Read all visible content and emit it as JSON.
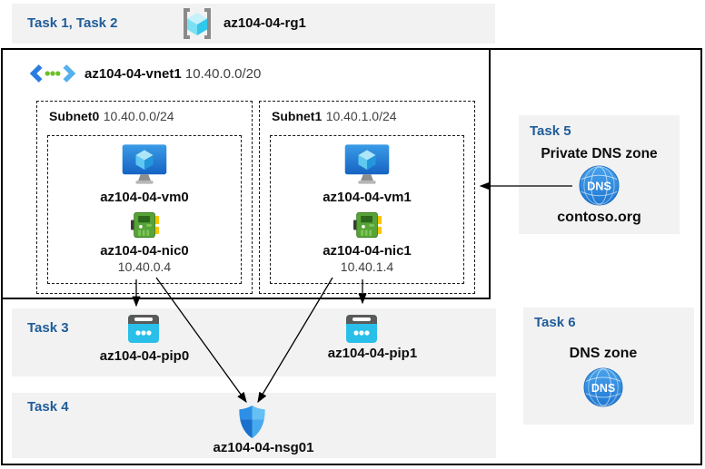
{
  "header": {
    "tasks_label": "Task 1, Task 2",
    "resource_group": "az104-04-rg1"
  },
  "vnet": {
    "name": "az104-04-vnet1",
    "cidr": "10.40.0.0/20",
    "subnets": [
      {
        "name": "Subnet0",
        "cidr": "10.40.0.0/24",
        "vm": "az104-04-vm0",
        "nic": "az104-04-nic0",
        "nic_ip": "10.40.0.4"
      },
      {
        "name": "Subnet1",
        "cidr": "10.40.1.0/24",
        "vm": "az104-04-vm1",
        "nic": "az104-04-nic1",
        "nic_ip": "10.40.1.4"
      }
    ]
  },
  "task3": {
    "label": "Task 3",
    "pip0": "az104-04-pip0",
    "pip1": "az104-04-pip1"
  },
  "task4": {
    "label": "Task 4",
    "nsg": "az104-04-nsg01"
  },
  "task5": {
    "label": "Task 5",
    "title": "Private DNS zone",
    "zone": "contoso.org",
    "dns_icon_text": "DNS"
  },
  "task6": {
    "label": "Task 6",
    "title": "DNS zone",
    "dns_icon_text": "DNS"
  },
  "colors": {
    "task_label_blue": "#1f5c99",
    "band_gray": "#f2f2f2",
    "vm_blue": "#1b74d4",
    "nic_green": "#56a337",
    "nic_yellow": "#f7c600",
    "pip_cyan": "#29bfe8",
    "dns_blue": "#2b84dc",
    "shield_blue": "#2e8fe6",
    "arrow_black": "#000000"
  }
}
